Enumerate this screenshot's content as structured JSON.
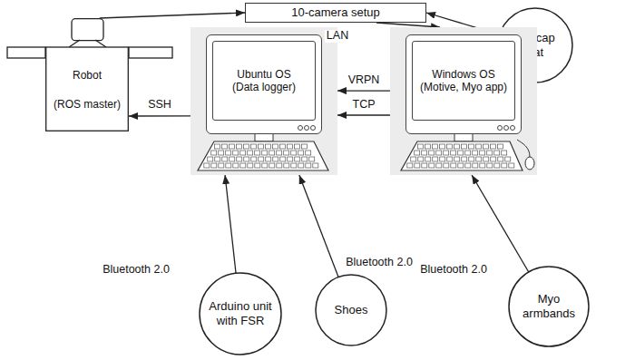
{
  "diagram": {
    "nodes": [
      {
        "text": [
          "10-camera setup"
        ]
      },
      {
        "text": [
          "Mo-cap hat"
        ]
      },
      {
        "text": [
          "Robot",
          "(ROS master)"
        ]
      },
      {
        "text": [
          "Ubuntu OS (Data logger)"
        ]
      },
      {
        "text": [
          "Windows OS (Motive, Myo app)"
        ]
      },
      {
        "text": [
          "Arduino unit with FSR"
        ]
      },
      {
        "text": [
          "Shoes"
        ]
      },
      {
        "text": [
          "Myo armbands"
        ]
      }
    ],
    "edges": [
      {
        "from": 2,
        "to": 0,
        "arrow": "to"
      },
      {
        "from": 1,
        "to": 0,
        "arrow": "to"
      },
      {
        "from": 0,
        "to": 4,
        "label": "LAN",
        "arrow": "to"
      },
      {
        "from": 4,
        "to": 3,
        "label": "VRPN",
        "arrow": "to"
      },
      {
        "from": 4,
        "to": 3,
        "label": "TCP",
        "arrow": "to"
      },
      {
        "from": 3,
        "to": 2,
        "label": "SSH",
        "arrow": "to"
      },
      {
        "from": 5,
        "to": 3,
        "label": "Bluetooth 2.0",
        "arrow": "to"
      },
      {
        "from": 6,
        "to": 3,
        "label": "Bluetooth 2.0",
        "arrow": "to"
      },
      {
        "from": 7,
        "to": 4,
        "label": "Bluetooth 2.0",
        "arrow": "to"
      }
    ]
  }
}
